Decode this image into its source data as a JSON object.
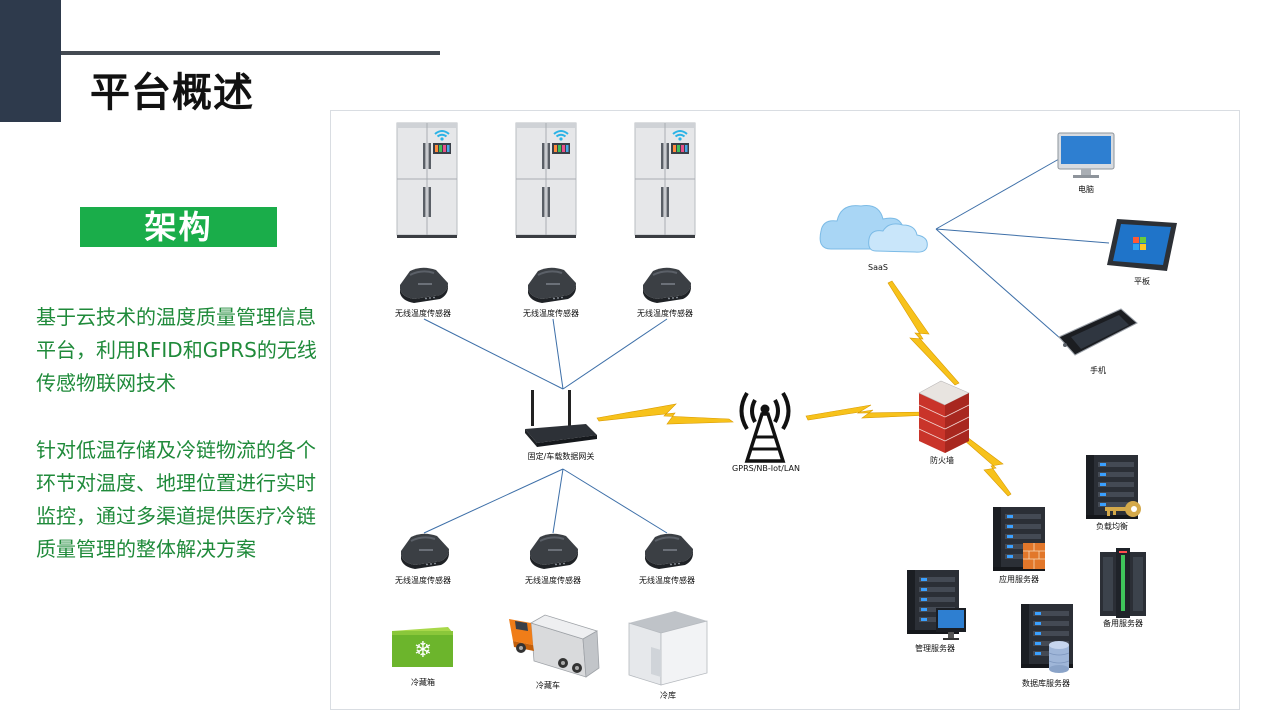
{
  "title": "平台概述",
  "badge": "架构",
  "paragraphs": [
    "基于云技术的温度质量管理信息平台，利用RFID和GPRS的无线传感物联网技术",
    "针对低温存储及冷链物流的各个环节对温度、地理位置进行实时监控，通过多渠道提供医疗冷链质量管理的整体解决方案"
  ],
  "diagram": {
    "sensors_top": [
      "无线温度传感器",
      "无线温度传感器",
      "无线温度传感器"
    ],
    "gateway": "固定/车载数据网关",
    "sensors_bottom": [
      "无线温度传感器",
      "无线温度传感器",
      "无线温度传感器"
    ],
    "cold_items": [
      "冷藏箱",
      "冷藏车",
      "冷库"
    ],
    "tower": "GPRS/NB-Iot/LAN",
    "cloud": "SaaS",
    "firewall": "防火墙",
    "devices": [
      "电脑",
      "平板",
      "手机"
    ],
    "servers": {
      "load_balancer": "负载均衡",
      "app": "应用服务器",
      "backup": "备用服务器",
      "management": "管理服务器",
      "database": "数据库服务器"
    }
  }
}
